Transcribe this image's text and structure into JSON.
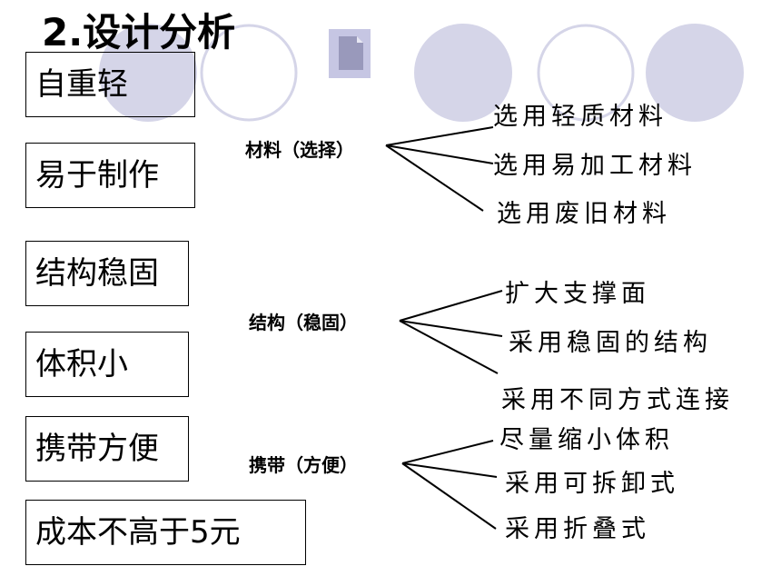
{
  "title": "2.设计分析",
  "requirements": [
    "自重轻",
    "易于制作",
    "结构稳固",
    "体积小",
    "携带方便",
    "成本不高于5元"
  ],
  "branches": [
    {
      "label": "材料（选择）",
      "leaves": [
        "选用轻质材料",
        "选用易加工材料",
        "选用废旧材料"
      ]
    },
    {
      "label": "结构（稳固）",
      "leaves": [
        "扩大支撑面",
        "采用稳固的结构",
        "采用不同方式连接"
      ]
    },
    {
      "label": "携带（方便）",
      "leaves": [
        "尽量缩小体积",
        "采用可拆卸式",
        "采用折叠式"
      ]
    }
  ],
  "decoration_colors": {
    "circle_fill": "#d5d5e8",
    "circle_stroke": "#d5d5e8",
    "icon_fill": "#9999bb",
    "icon_bg": "#c6c6e3"
  }
}
